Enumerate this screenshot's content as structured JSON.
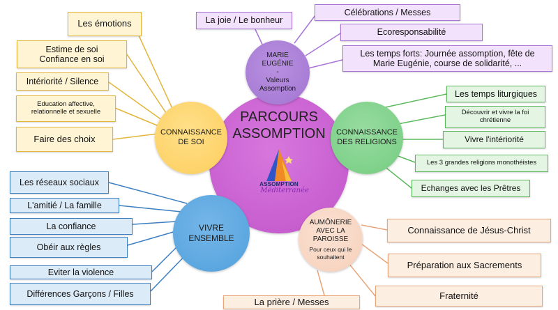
{
  "center": {
    "title_line1": "PARCOURS",
    "title_line2": "ASSOMPTION",
    "logo_text": "ASSOMPTION",
    "logo_script": "Méditerranée"
  },
  "marie": {
    "line1": "MARIE",
    "line2": "EUGÉNIE",
    "line3": "-",
    "line4": "Valeurs",
    "line5": "Assomption"
  },
  "soi": {
    "line1": "CONNAISSANCE",
    "line2": "DE SOI"
  },
  "religions": {
    "line1": "CONNAISSANCE",
    "line2": "DES RELIGIONS"
  },
  "vivre": {
    "line1": "VIVRE",
    "line2": "ENSEMBLE"
  },
  "aumonerie": {
    "line1": "AUMÔNERIE",
    "line2": "AVEC LA",
    "line3": "PAROISSE",
    "sub1": "Pour ceux qui le",
    "sub2": "souhaitent"
  },
  "soi_items": {
    "emotions": "Les émotions",
    "estime1": "Estime de soi",
    "estime2": "Confiance en soi",
    "interiorite": "Intériorité / Silence",
    "education1": "Education affective,",
    "education2": "relationnelle et sexuelle",
    "choix": "Faire des choix"
  },
  "marie_items": {
    "joie": "La joie / Le bonheur",
    "celebrations": "Célébrations / Messes",
    "eco": "Ecoresponsabilité",
    "temps1": "Les temps forts: Journée assomption, fête de",
    "temps2": "Marie Eugénie, course de solidarité, ..."
  },
  "religions_items": {
    "liturgiques": "Les temps liturgiques",
    "decouvrir1": "Découvrir et vivre la foi",
    "decouvrir2": "chrétienne",
    "vivre_int": "Vivre l'intériorité",
    "trois": "Les 3 grandes religions monothéistes",
    "echanges": "Echanges avec les Prêtres"
  },
  "vivre_items": {
    "reseaux": "Les réseaux sociaux",
    "amitie": "L'amitié / La famille",
    "confiance": "La confiance",
    "obeir": "Obéir aux règles",
    "violence": "Eviter la violence",
    "differences": "Différences Garçons / Filles"
  },
  "aumonerie_items": {
    "jesus": "Connaissance de Jésus-Christ",
    "sacrements": "Préparation aux Sacrements",
    "fraternite": "Fraternité",
    "priere": "La prière / Messes"
  },
  "colors": {
    "center": "#c85fd0",
    "marie": "#a97dd6",
    "soi": "#fdd36a",
    "religions": "#7fd18a",
    "vivre": "#5ca7e0",
    "aumonerie": "#f7d5c1",
    "line_yellow": "#e2b53b",
    "line_purple": "#a874d6",
    "line_green": "#5cb85c",
    "line_blue": "#3d7fc1",
    "line_peach": "#e9a57a"
  }
}
